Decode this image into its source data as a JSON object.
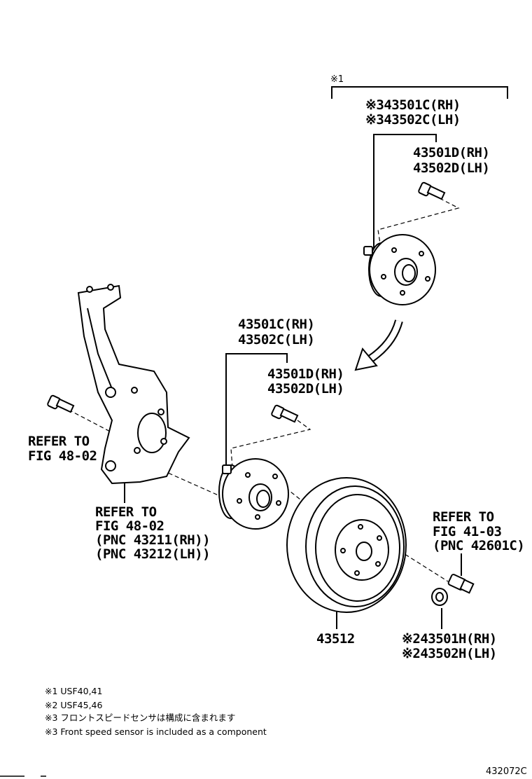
{
  "labels": {
    "ref1_mark": "※1",
    "top_assy_rh": "※343501C(RH)",
    "top_assy_lh": "※343502C(LH)",
    "top_bolt_rh": "43501D(RH)",
    "top_bolt_lh": "43502D(LH)",
    "mid_assy_rh": "43501C(RH)",
    "mid_assy_lh": "43502C(LH)",
    "mid_bolt_rh": "43501D(RH)",
    "mid_bolt_lh": "43502D(LH)",
    "refer_bolt_1": "REFER TO",
    "refer_bolt_2": "FIG 48-02",
    "refer_knuckle_1": "REFER TO",
    "refer_knuckle_2": "FIG 48-02",
    "refer_knuckle_3": "(PNC 43211(RH))",
    "refer_knuckle_4": "(PNC 43212(LH))",
    "refer_nut_1": "REFER TO",
    "refer_nut_2": "FIG 41-03",
    "refer_nut_3": "(PNC 42601C)",
    "disc": "43512",
    "cap_rh": "※243501H(RH)",
    "cap_lh": "※243502H(LH)"
  },
  "notes": [
    "※1 USF40,41",
    "※2 USF45,46",
    "※3 フロントスピードセンサは構成に含まれます",
    "※3 Front speed sensor is included as a component"
  ],
  "figure_code": "432072C"
}
